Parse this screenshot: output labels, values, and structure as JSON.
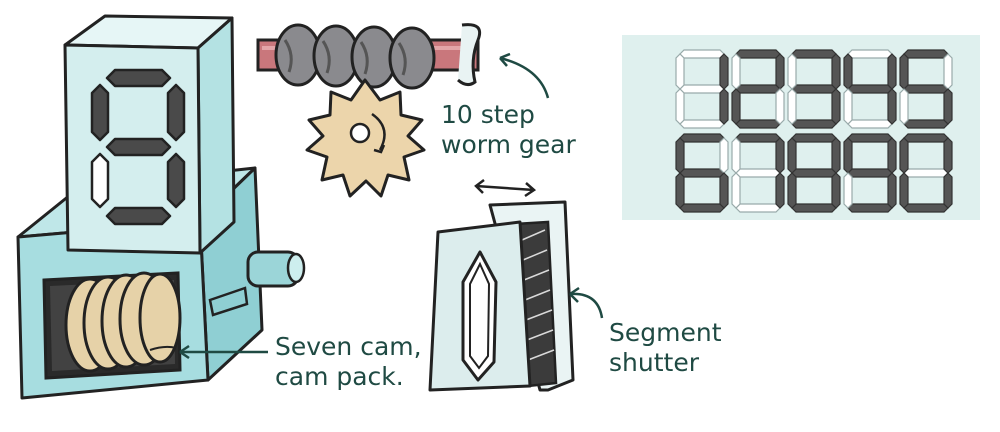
{
  "labels": {
    "worm_gear": [
      "10 step",
      "worm gear"
    ],
    "cam_pack": [
      "Seven cam,",
      "cam pack."
    ],
    "shutter": [
      "Segment",
      "shutter"
    ]
  },
  "display_panel": {
    "digits": [
      "1",
      "2",
      "3",
      "4",
      "5",
      "6",
      "7",
      "8",
      "9",
      "0"
    ]
  },
  "big_digit": "9",
  "colors": {
    "cyan_body": "#a7dde0",
    "digit_box": "#d4eeee",
    "cam": "#e6d2a8",
    "gear": "#ecd5ab",
    "rod": "#c9777c",
    "worm": "#8a8a8e",
    "shutter_panel": "#dceded",
    "panel_bg": "#dff0ee",
    "segment_on": "#555555",
    "segment_off": "#ffffff",
    "label_text": "#1f4a43"
  }
}
